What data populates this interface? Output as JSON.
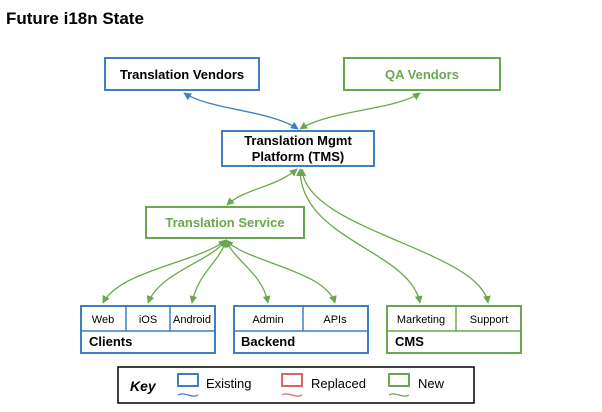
{
  "title": "Future i18n State",
  "colors": {
    "existing": "#3c7fc4",
    "replaced": "#e06666",
    "new": "#6aa84f"
  },
  "nodes": {
    "translation_vendors": "Translation Vendors",
    "qa_vendors": "QA Vendors",
    "tms_line1": "Translation Mgmt",
    "tms_line2": "Platform (TMS)",
    "translation_service": "Translation Service"
  },
  "groups": {
    "clients": {
      "label": "Clients",
      "items": [
        "Web",
        "iOS",
        "Android"
      ]
    },
    "backend": {
      "label": "Backend",
      "items": [
        "Admin",
        "APIs"
      ]
    },
    "cms": {
      "label": "CMS",
      "items": [
        "Marketing",
        "Support"
      ]
    }
  },
  "key": {
    "title": "Key",
    "existing": "Existing",
    "replaced": "Replaced",
    "new": "New"
  }
}
